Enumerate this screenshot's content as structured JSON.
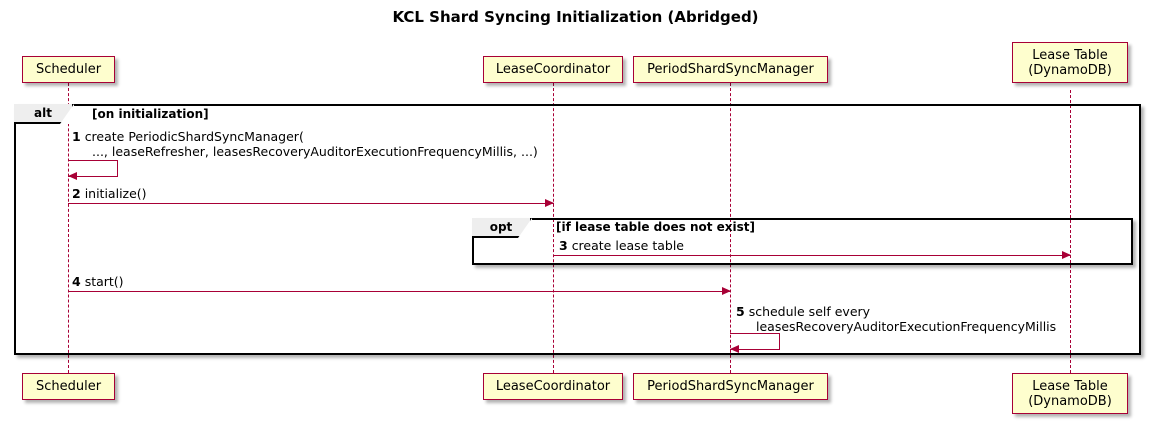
{
  "diagram": {
    "title": "KCL Shard Syncing Initialization (Abridged)",
    "type": "uml-sequence-diagram"
  },
  "colors": {
    "participant_fill": "#FEFECE",
    "participant_border": "#A80036",
    "arrow": "#A80036",
    "fragment_border": "#000000",
    "fragment_tab_fill": "#EEEEEE",
    "background": "#FFFFFF"
  },
  "participants": [
    {
      "id": "scheduler",
      "label": "Scheduler",
      "label2": ""
    },
    {
      "id": "leasecoordinator",
      "label": "LeaseCoordinator",
      "label2": ""
    },
    {
      "id": "periodshardsyncmanager",
      "label": "PeriodShardSyncManager",
      "label2": ""
    },
    {
      "id": "leasetable",
      "label": "Lease Table",
      "label2": "(DynamoDB)"
    }
  ],
  "fragments": [
    {
      "id": "alt",
      "operator": "alt",
      "guard": "[on initialization]"
    },
    {
      "id": "opt",
      "operator": "opt",
      "guard": "[if lease table does not exist]"
    }
  ],
  "messages": [
    {
      "seq": "1",
      "text": "create PeriodicShardSyncManager(",
      "text2": "..., leaseRefresher, leasesRecoveryAuditorExecutionFrequencyMillis, ...)",
      "from": "scheduler",
      "to": "scheduler",
      "self": true
    },
    {
      "seq": "2",
      "text": "initialize()",
      "text2": "",
      "from": "scheduler",
      "to": "leasecoordinator",
      "self": false
    },
    {
      "seq": "3",
      "text": "create lease table",
      "text2": "",
      "from": "leasecoordinator",
      "to": "leasetable",
      "self": false
    },
    {
      "seq": "4",
      "text": "start()",
      "text2": "",
      "from": "scheduler",
      "to": "periodshardsyncmanager",
      "self": false
    },
    {
      "seq": "5",
      "text": "schedule self every",
      "text2": "leasesRecoveryAuditorExecutionFrequencyMillis",
      "from": "periodshardsyncmanager",
      "to": "periodshardsyncmanager",
      "self": true
    }
  ]
}
